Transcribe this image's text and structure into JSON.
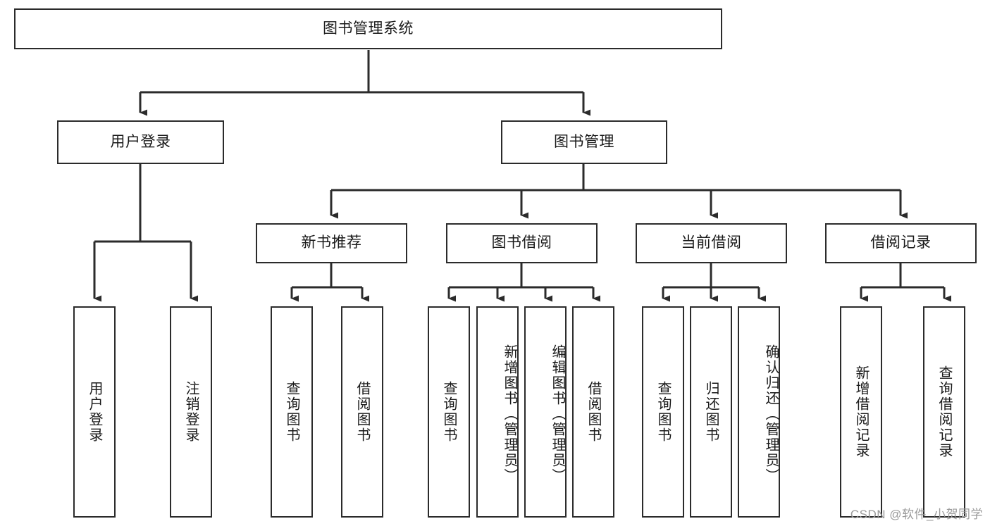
{
  "diagram": {
    "type": "tree",
    "title": "图书管理系统",
    "watermark": "CSDN @软件_小贺同学",
    "nodes": {
      "root": {
        "label": "图书管理系统"
      },
      "level2": [
        {
          "label": "用户登录"
        },
        {
          "label": "图书管理"
        }
      ],
      "level3": [
        {
          "label": "新书推荐"
        },
        {
          "label": "图书借阅"
        },
        {
          "label": "当前借阅"
        },
        {
          "label": "借阅记录"
        }
      ],
      "leaves": {
        "user_login": [
          {
            "label": "用户登录"
          },
          {
            "label": "注销登录"
          }
        ],
        "new_book_recommend": [
          {
            "label": "查询图书"
          },
          {
            "label": "借阅图书"
          }
        ],
        "book_borrow": [
          {
            "label": "查询图书"
          },
          {
            "label": "新增图书（管理员）"
          },
          {
            "label": "编辑图书（管理员）"
          },
          {
            "label": "借阅图书"
          }
        ],
        "current_borrow": [
          {
            "label": "查询图书"
          },
          {
            "label": "归还图书"
          },
          {
            "label": "确认归还（管理员）"
          }
        ],
        "borrow_record": [
          {
            "label": "新增借阅记录"
          },
          {
            "label": "查询借阅记录"
          }
        ]
      }
    },
    "colors": {
      "stroke": "#2b2b2b",
      "fill": "#ffffff",
      "text": "#1a1a1a",
      "watermark": "#9a9a9a"
    }
  }
}
